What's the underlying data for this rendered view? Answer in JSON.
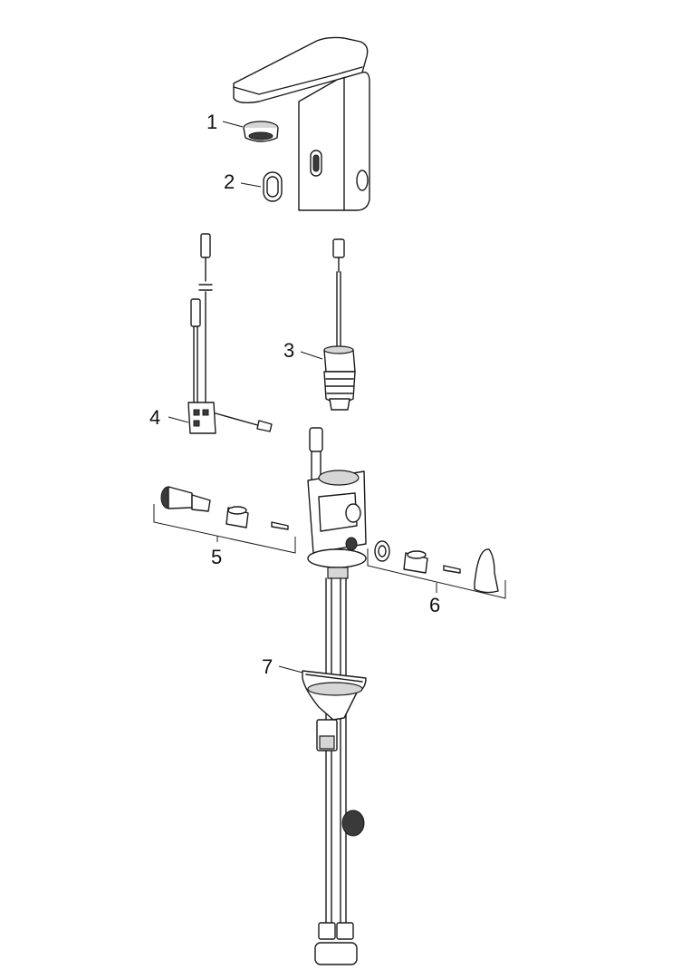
{
  "diagram": {
    "type": "exploded-parts-view",
    "callouts": [
      {
        "id": "1",
        "label": "1"
      },
      {
        "id": "2",
        "label": "2"
      },
      {
        "id": "3",
        "label": "3"
      },
      {
        "id": "4",
        "label": "4"
      },
      {
        "id": "5",
        "label": "5"
      },
      {
        "id": "6",
        "label": "6"
      },
      {
        "id": "7",
        "label": "7"
      }
    ]
  },
  "colors": {
    "line": "#1a1a1a",
    "shade": "#d6d6d6",
    "dark": "#3a3a3a",
    "background": "#ffffff"
  }
}
